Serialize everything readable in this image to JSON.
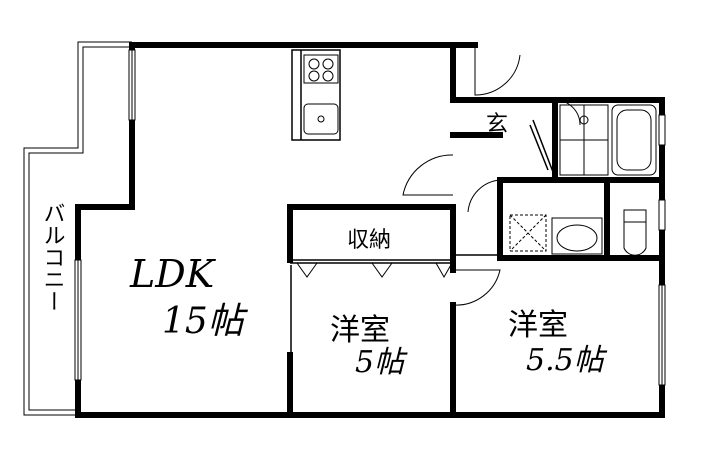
{
  "rooms": {
    "balcony": "バルコニー",
    "ldk_name": "LDK",
    "ldk_size": "15帖",
    "storage": "収納",
    "western1_name": "洋室",
    "western1_size": "5帖",
    "western2_name": "洋室",
    "western2_size": "5.5帖",
    "entrance": "玄"
  },
  "colors": {
    "wall": "#000000",
    "background": "#ffffff",
    "fixture": "#000000"
  },
  "icons": [
    "stove-icon",
    "kitchen-sink-icon",
    "bathtub-icon",
    "shower-icon",
    "washbasin-icon",
    "washing-machine-icon",
    "toilet-icon",
    "door-swing-icon"
  ]
}
